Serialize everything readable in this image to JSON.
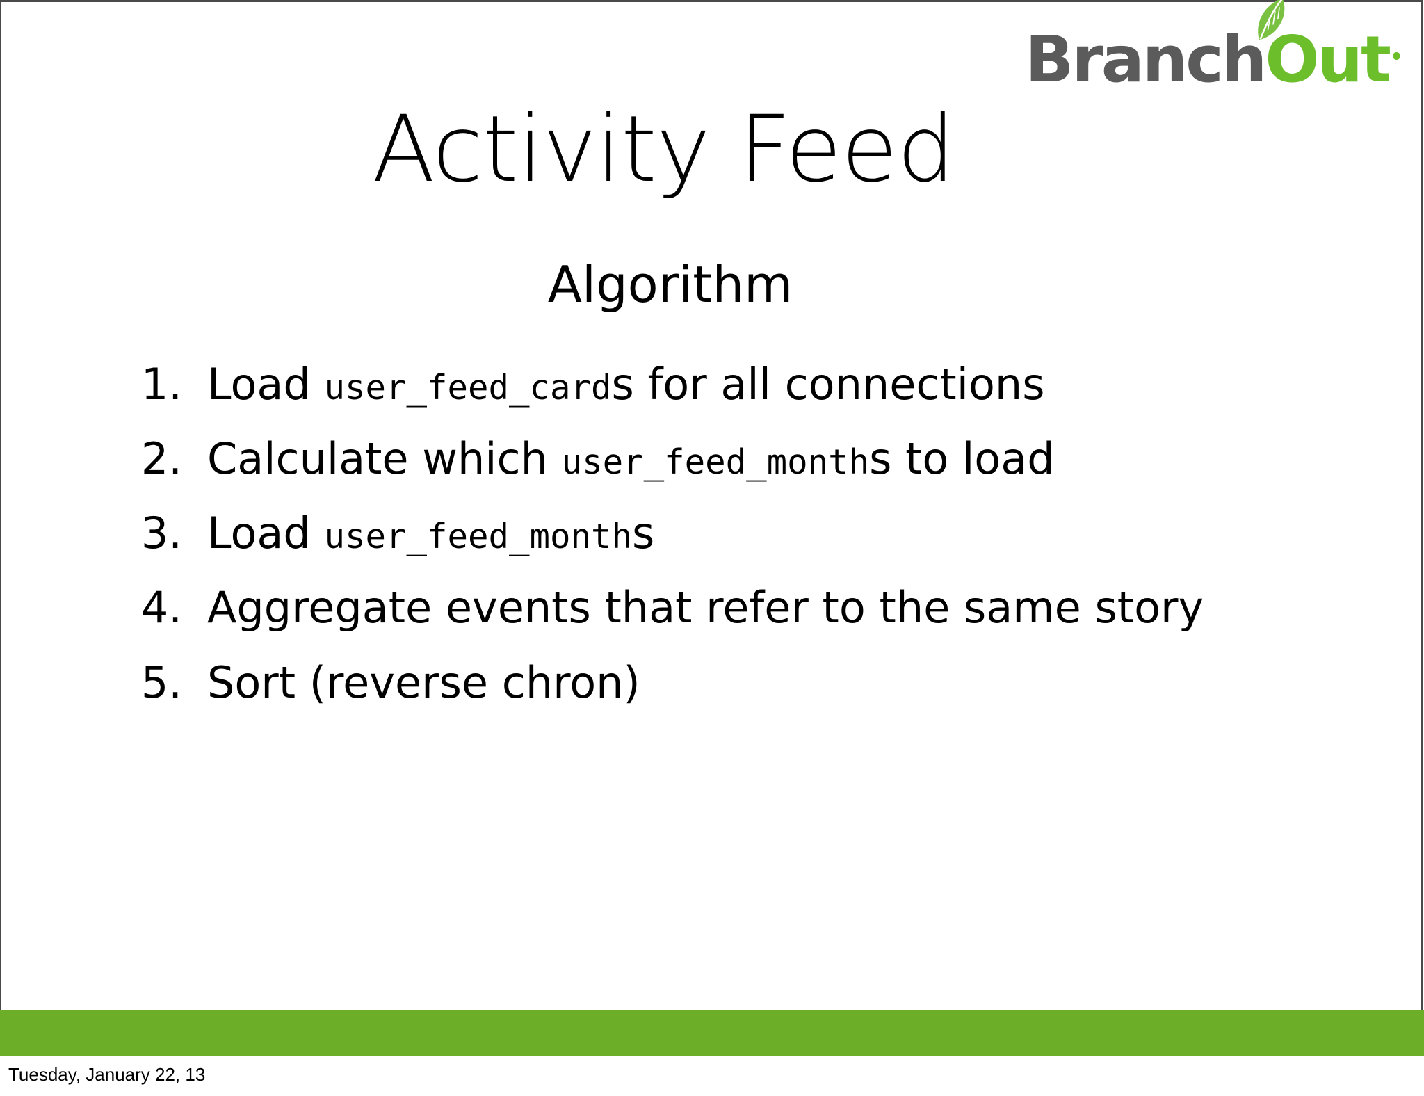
{
  "slide": {
    "title": "Activity Feed",
    "subtitle": "Algorithm",
    "accent_green": "#6cae28",
    "logo_green": "#6cbe2b",
    "logo_gray": "#5b5b5b",
    "border_color": "#4a4a4a",
    "background": "#ffffff"
  },
  "logo": {
    "part1": "Branch",
    "part2": "Out",
    "leaf_icon": "leaf-icon",
    "trademark_mark": "·"
  },
  "steps": [
    {
      "number": "1.",
      "pre": "Load ",
      "code": "user_feed_card",
      "post": "s for all connections"
    },
    {
      "number": "2.",
      "pre": "Calculate which ",
      "code": "user_feed_month",
      "post": "s to load"
    },
    {
      "number": "3.",
      "pre": "Load ",
      "code": "user_feed_month",
      "post": "s"
    },
    {
      "number": "4.",
      "pre": "Aggregate events that refer to the same story",
      "code": "",
      "post": ""
    },
    {
      "number": "5.",
      "pre": "Sort (reverse chron)",
      "code": "",
      "post": ""
    }
  ],
  "footer": {
    "date": "Tuesday, January 22, 13"
  }
}
